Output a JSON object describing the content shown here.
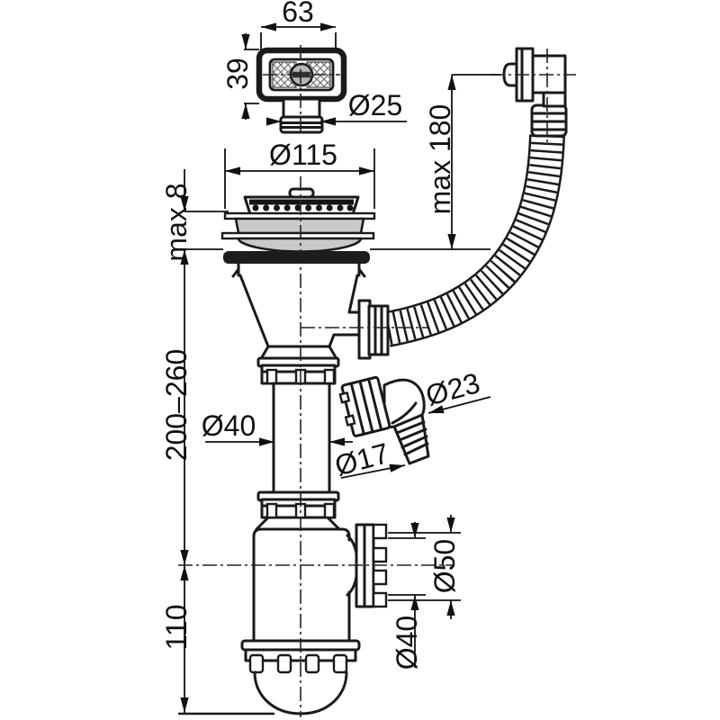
{
  "drawing": {
    "type": "technical-drawing",
    "subject": "sink-waste-trap-with-overflow",
    "units": "mm",
    "colors": {
      "line": "#1a1a1a",
      "bowl_fill": "#c9c9c9",
      "gasket_fill": "#1c1c1c",
      "background": "#ffffff"
    },
    "labels": {
      "overflow_width": "63",
      "overflow_height": "39",
      "overflow_outlet_diameter": "Ø25",
      "strainer_diameter": "Ø115",
      "max_deck_thickness": "max 8",
      "max_overflow_height": "max 180",
      "adjustable_height_range": "200–260",
      "tail_pipe_diameter": "Ø40",
      "appliance_nut_diameter": "Ø23",
      "appliance_barb_diameter": "Ø17",
      "outlet_nut_diameter": "Ø50",
      "outlet_pipe_diameter": "Ø40",
      "trap_bottom_depth": "110"
    }
  }
}
